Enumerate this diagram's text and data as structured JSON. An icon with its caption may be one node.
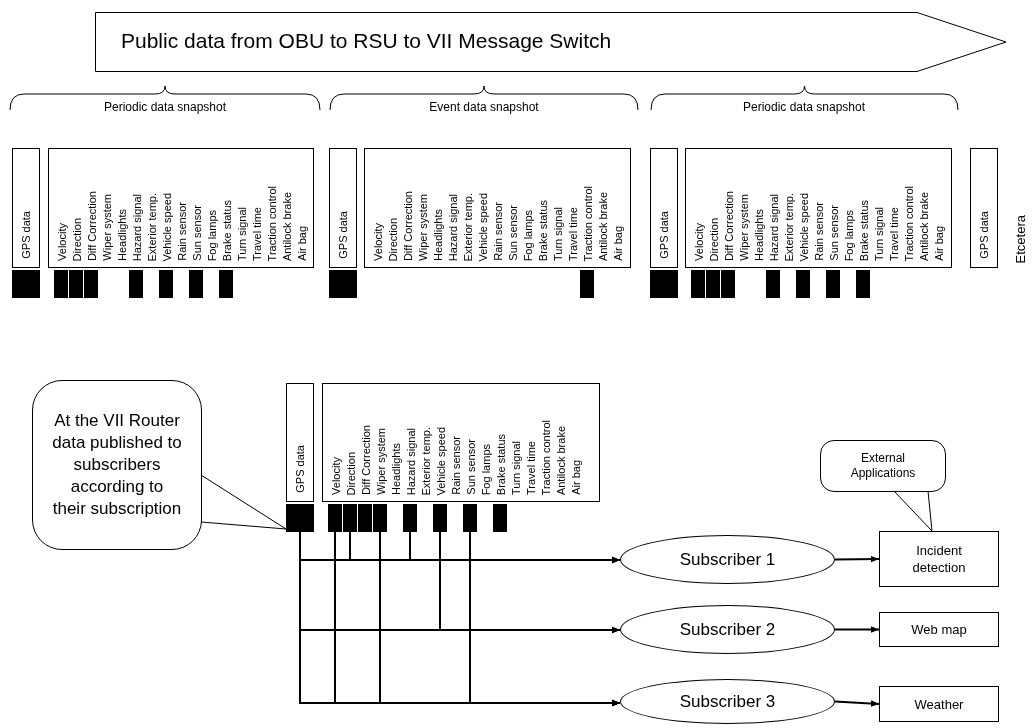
{
  "diagram": {
    "nodes": [
      {
        "text": [
          "Public data from OBU to RSU to VII Message Switch"
        ]
      },
      {
        "text": [
          "GPS data"
        ]
      },
      {
        "text": [
          "Velocity",
          "Direction",
          "Diff Correction",
          "Wiper system",
          "Headlights",
          "Hazard signal",
          "Exterior temp.",
          "Vehicle speed",
          "Rain sensor",
          "Sun sensor",
          "Fog lamps",
          "Brake status",
          "Turn signal",
          "Travel time",
          "Traction control",
          "Antilock brake",
          "Air bag"
        ]
      },
      {
        "text": [],
        "shape": "bar"
      },
      {
        "text": [],
        "shape": "bar"
      },
      {
        "text": [],
        "shape": "bar"
      },
      {
        "text": [],
        "shape": "bar"
      },
      {
        "text": [],
        "shape": "bar"
      },
      {
        "text": [],
        "shape": "bar"
      },
      {
        "text": [],
        "shape": "bar"
      },
      {
        "text": [],
        "shape": "bar"
      },
      {
        "text": [
          "GPS data"
        ]
      },
      {
        "text": [
          "Velocity",
          "Direction",
          "Diff Correction",
          "Wiper system",
          "Headlights",
          "Hazard signal",
          "Exterior temp.",
          "Vehicle speed",
          "Rain sensor",
          "Sun sensor",
          "Fog lamps",
          "Brake status",
          "Turn signal",
          "Travel time",
          "Traction control",
          "Antilock brake",
          "Air bag"
        ]
      },
      {
        "text": [],
        "shape": "bar"
      },
      {
        "text": [],
        "shape": "bar"
      },
      {
        "text": [
          "GPS data"
        ]
      },
      {
        "text": [
          "Velocity",
          "Direction",
          "Diff Correction",
          "Wiper system",
          "Headlights",
          "Hazard signal",
          "Exterior temp.",
          "Vehicle speed",
          "Rain sensor",
          "Sun sensor",
          "Fog lamps",
          "Brake status",
          "Turn signal",
          "Travel time",
          "Traction control",
          "Antilock brake",
          "Air bag"
        ]
      },
      {
        "text": [],
        "shape": "bar"
      },
      {
        "text": [],
        "shape": "bar"
      },
      {
        "text": [],
        "shape": "bar"
      },
      {
        "text": [],
        "shape": "bar"
      },
      {
        "text": [],
        "shape": "bar"
      },
      {
        "text": [],
        "shape": "bar"
      },
      {
        "text": [],
        "shape": "bar"
      },
      {
        "text": [],
        "shape": "bar"
      },
      {
        "text": [
          "GPS data"
        ]
      },
      {
        "text": [
          "At the VII Router data published to subscribers according to their subscription"
        ]
      },
      {
        "text": [
          "GPS data"
        ]
      },
      {
        "text": [
          "Velocity",
          "Direction",
          "Diff Correction",
          "Wiper system",
          "Headlights",
          "Hazard signal",
          "Exterior temp.",
          "Vehicle speed",
          "Rain sensor",
          "Sun sensor",
          "Fog lamps",
          "Brake status",
          "Turn signal",
          "Travel time",
          "Traction control",
          "Antilock brake",
          "Air bag"
        ]
      },
      {
        "text": [],
        "shape": "bar"
      },
      {
        "text": [],
        "shape": "bar"
      },
      {
        "text": [],
        "shape": "bar"
      },
      {
        "text": [],
        "shape": "bar"
      },
      {
        "text": [],
        "shape": "bar"
      },
      {
        "text": [],
        "shape": "bar"
      },
      {
        "text": [],
        "shape": "bar"
      },
      {
        "text": [],
        "shape": "bar"
      },
      {
        "text": [],
        "shape": "bar"
      },
      {
        "text": [
          "External Applications"
        ]
      },
      {
        "text": [
          "Subscriber 1"
        ]
      },
      {
        "text": [
          "Incident detection"
        ]
      },
      {
        "text": [
          "Subscriber 2"
        ]
      },
      {
        "text": [
          "Web map"
        ]
      },
      {
        "text": [
          "Subscriber 3"
        ]
      },
      {
        "text": [
          "Weather"
        ]
      }
    ],
    "edges": [
      {
        "from": 26,
        "to": 29,
        "arrow": "none"
      },
      {
        "from": 29,
        "to": 39,
        "arrow": "to"
      },
      {
        "from": 31,
        "to": 39,
        "arrow": "to"
      },
      {
        "from": 34,
        "to": 39,
        "arrow": "to"
      },
      {
        "from": 29,
        "to": 41,
        "arrow": "to"
      },
      {
        "from": 35,
        "to": 41,
        "arrow": "to"
      },
      {
        "from": 29,
        "to": 43,
        "arrow": "to"
      },
      {
        "from": 30,
        "to": 43,
        "arrow": "to"
      },
      {
        "from": 33,
        "to": 43,
        "arrow": "to"
      },
      {
        "from": 36,
        "to": 43,
        "arrow": "to"
      },
      {
        "from": 39,
        "to": 40,
        "arrow": "to"
      },
      {
        "from": 41,
        "to": 42,
        "arrow": "to"
      },
      {
        "from": 43,
        "to": 44,
        "arrow": "to"
      },
      {
        "from": 38,
        "to": 40,
        "arrow": "none"
      }
    ],
    "labels": [
      "Periodic data snapshot",
      "Event data snapshot",
      "Periodic data snapshot",
      "Etcetera"
    ]
  }
}
